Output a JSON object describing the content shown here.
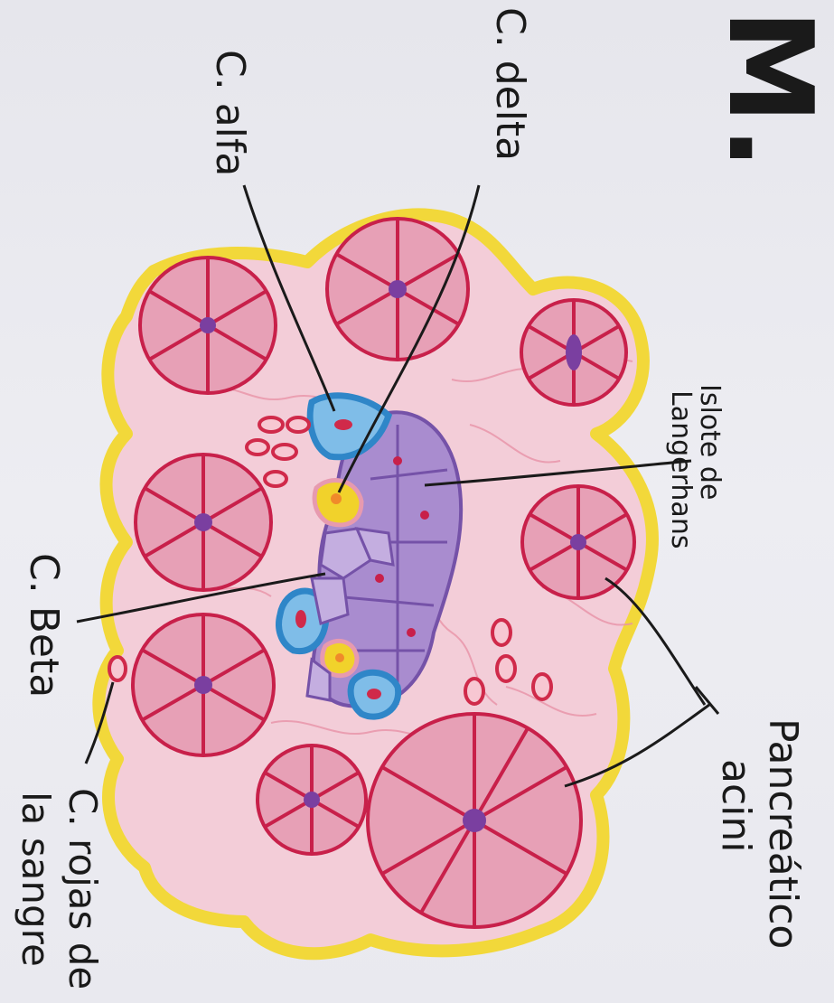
{
  "title": "M.",
  "labels": {
    "delta": "C. delta",
    "alfa": "C. alfa",
    "islote_line1": "Islote de",
    "islote_line2": "Langerhans",
    "beta": "C. Beta",
    "pancreatico_line1": "Pancreático",
    "pancreatico_line2": "acini",
    "rojas_line1": "C. rojas de",
    "rojas_line2": "la sangre"
  },
  "colors": {
    "paper": "#ececf0",
    "capsule": "#f2d83a",
    "tissue": "#f3cdd8",
    "acinus_fill": "#e7a0b6",
    "acinus_line": "#c8204a",
    "nucleus": "#7a3fa0",
    "islet_purple": "#a98ccf",
    "islet_line": "#7552a8",
    "alpha_blue": "#2f86c8",
    "delta_yellow": "#f1d22b",
    "rbc": "#d02a4a",
    "ink": "#1a1a1a"
  }
}
